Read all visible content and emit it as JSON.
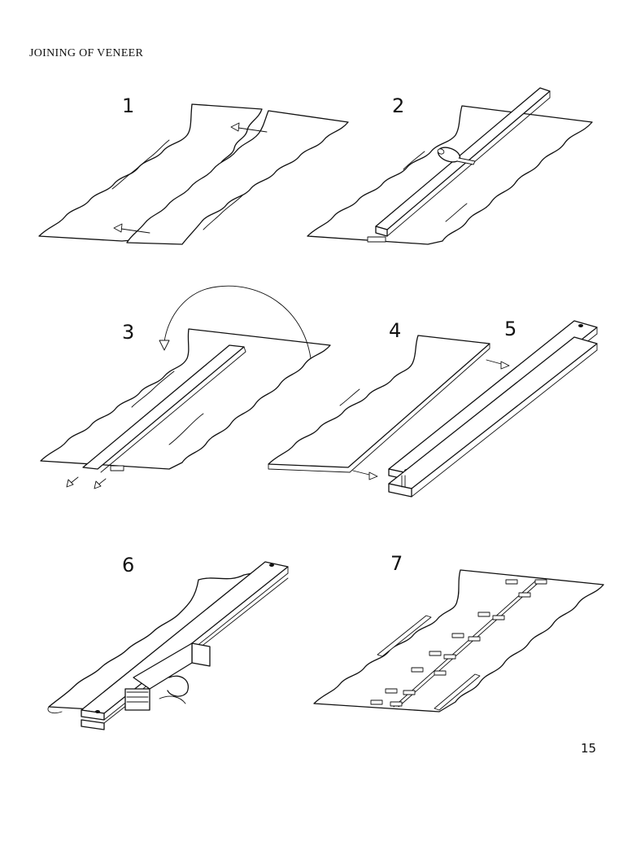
{
  "header": {
    "title": "JOINING OF VENEER"
  },
  "steps": [
    {
      "number": "1"
    },
    {
      "number": "2"
    },
    {
      "number": "3"
    },
    {
      "number": "4"
    },
    {
      "number": "5"
    },
    {
      "number": "6"
    },
    {
      "number": "7"
    }
  ],
  "footer": {
    "page_number": "15"
  }
}
